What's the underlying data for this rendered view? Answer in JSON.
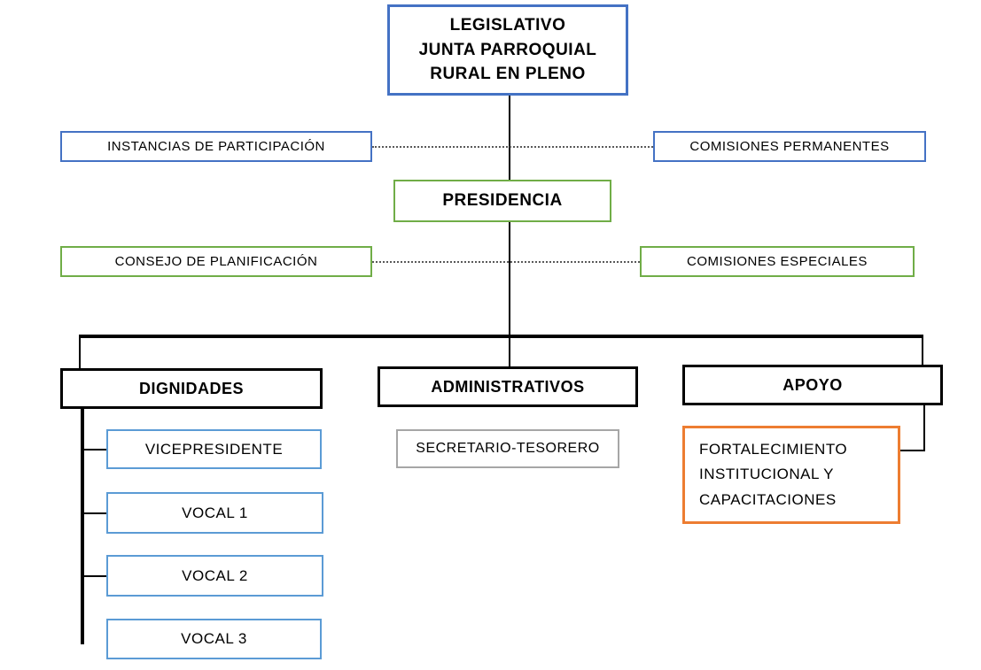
{
  "chart_title": "Estructura Organizacional - Junta Parroquial Rural",
  "colors": {
    "blue": "#4472C4",
    "green": "#70AD47",
    "light_blue": "#5B9BD5",
    "gray": "#A6A6A6",
    "orange": "#ED7D31",
    "black": "#000000",
    "dotted_connector": "#595959"
  },
  "nodes": {
    "legislativo": {
      "label": "LEGISLATIVO\nJUNTA PARROQUIAL\nRURAL EN PLENO",
      "border_color": "#4472C4",
      "level": "top"
    },
    "instancias_participacion": {
      "label": "INSTANCIAS DE PARTICIPACIÓN",
      "border_color": "#4472C4",
      "level": "lateral-left"
    },
    "comisiones_permanentes": {
      "label": "COMISIONES  PERMANENTES",
      "border_color": "#4472C4",
      "level": "lateral-right"
    },
    "presidencia": {
      "label": "PRESIDENCIA",
      "border_color": "#70AD47",
      "level": "second"
    },
    "consejo_planificacion": {
      "label": "CONSEJO DE PLANIFICACIÓN",
      "border_color": "#70AD47",
      "level": "lateral-left"
    },
    "comisiones_especiales": {
      "label": "COMISIONES  ESPECIALES",
      "border_color": "#70AD47",
      "level": "lateral-right"
    },
    "dignidades": {
      "label": "DIGNIDADES",
      "border_color": "#000000",
      "level": "branch"
    },
    "administrativos": {
      "label": "ADMINISTRATIVOS",
      "border_color": "#000000",
      "level": "branch"
    },
    "apoyo": {
      "label": "APOYO",
      "border_color": "#000000",
      "level": "branch"
    },
    "vicepresidente": {
      "label": "VICEPRESIDENTE",
      "border_color": "#5B9BD5",
      "level": "leaf"
    },
    "vocal_1": {
      "label": "VOCAL 1",
      "border_color": "#5B9BD5",
      "level": "leaf"
    },
    "vocal_2": {
      "label": "VOCAL 2",
      "border_color": "#5B9BD5",
      "level": "leaf"
    },
    "vocal_3": {
      "label": "VOCAL 3",
      "border_color": "#5B9BD5",
      "level": "leaf"
    },
    "secretario_tesorero": {
      "label": "SECRETARIO-TESORERO",
      "border_color": "#A6A6A6",
      "level": "leaf"
    },
    "fortalecimiento": {
      "label": "FORTALECIMIENTO\nINSTITUCIONAL   Y\nCAPACITACIONES",
      "border_color": "#ED7D31",
      "level": "leaf"
    }
  },
  "connections": [
    {
      "from": "legislativo",
      "to": "presidencia",
      "style": "solid"
    },
    {
      "from": "instancias_participacion",
      "to": "comisiones_permanentes",
      "style": "dotted"
    },
    {
      "from": "consejo_planificacion",
      "to": "comisiones_especiales",
      "style": "dotted"
    },
    {
      "from": "presidencia",
      "to": "dignidades",
      "style": "solid"
    },
    {
      "from": "presidencia",
      "to": "administrativos",
      "style": "solid"
    },
    {
      "from": "presidencia",
      "to": "apoyo",
      "style": "solid"
    },
    {
      "from": "dignidades",
      "to": "vicepresidente",
      "style": "solid"
    },
    {
      "from": "dignidades",
      "to": "vocal_1",
      "style": "solid"
    },
    {
      "from": "dignidades",
      "to": "vocal_2",
      "style": "solid"
    },
    {
      "from": "dignidades",
      "to": "vocal_3",
      "style": "solid"
    },
    {
      "from": "administrativos",
      "to": "secretario_tesorero",
      "style": "none"
    },
    {
      "from": "apoyo",
      "to": "fortalecimiento",
      "style": "solid"
    }
  ]
}
